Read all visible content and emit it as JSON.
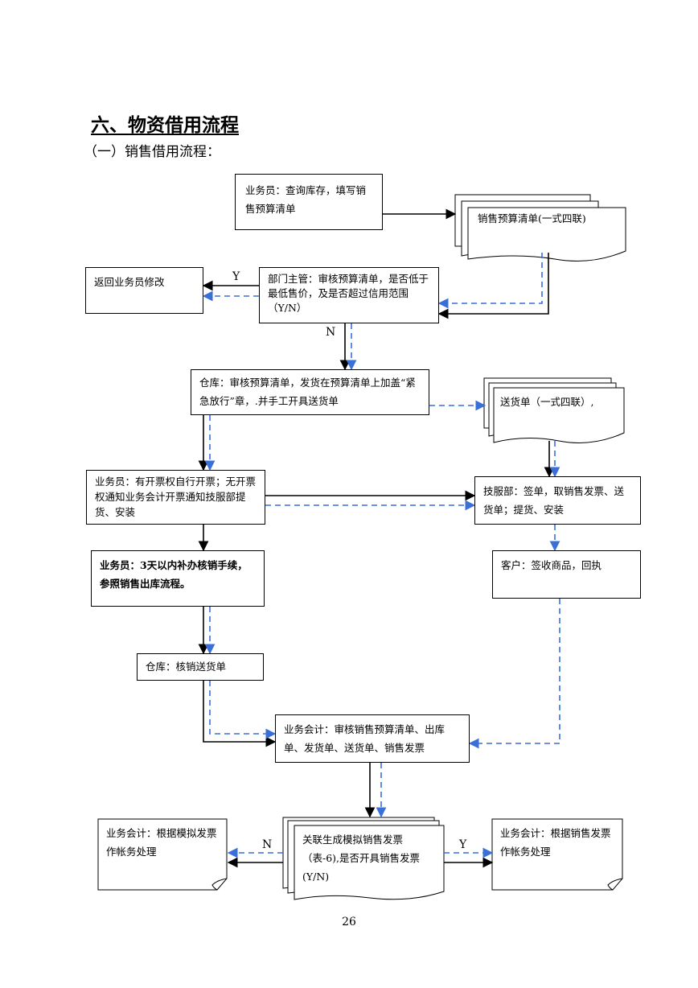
{
  "page": {
    "heading": "六、物资借用流程",
    "subheading": "（一）销售借用流程：",
    "page_number": "26"
  },
  "nodes": {
    "n1": "业务员：查询库存，填写销售预算清单",
    "doc1": "销售预算清单(一式四联)",
    "n2": "部门主管：审核预算清单，是否低于最低售价，及是否超过信用范围（Y/N）",
    "n_return": "返回业务员修改",
    "n3": "仓库：审核预算清单，发货在预算清单上加盖“紧急放行”章，.并手工开具送货单",
    "doc2": "送货单（一式四联）,",
    "n4": "业务员：有开票权自行开票；无开票权通知业务会计开票通知技服部提货、安装",
    "n5": "技服部：签单，取销售发票、送货单；提货、安装",
    "n6": "业务员：3天以内补办核销手续，参照销售出库流程。",
    "n7": "客户：签收商品，回执",
    "n8": "仓库：核销送货单",
    "n9": "业务会计：审核销售预算清单、出库单、发货单、送货单、销售发票",
    "n10": "关联生成模拟销售发票（表-6),是否开具销售发票(Y/N)",
    "n11": "业务会计：根据模拟发票作帐务处理",
    "n12": "业务会计：根据销售发票作帐务处理"
  },
  "edge_labels": {
    "n2_yes": "Y",
    "n2_no": "N",
    "n10_no": "N",
    "n10_yes": "Y"
  },
  "colors": {
    "solid_arrow": "#000000",
    "dashed_arrow": "#3a6fd8"
  }
}
